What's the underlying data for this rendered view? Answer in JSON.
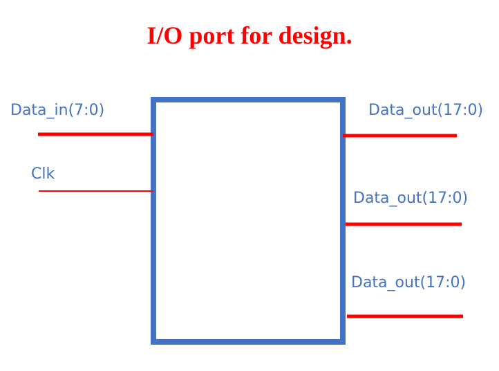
{
  "title": "I/O port for design.",
  "colors": {
    "title": "#ff0000",
    "block": "#4472c4",
    "wire": "#ff0000",
    "label": "#4472c4"
  },
  "inputs": [
    {
      "label": "Data_in(7:0)"
    },
    {
      "label": "Clk"
    }
  ],
  "outputs": [
    {
      "label": "Data_out(17:0)"
    },
    {
      "label": "Data_out(17:0)"
    },
    {
      "label": "Data_out(17:0)"
    }
  ]
}
